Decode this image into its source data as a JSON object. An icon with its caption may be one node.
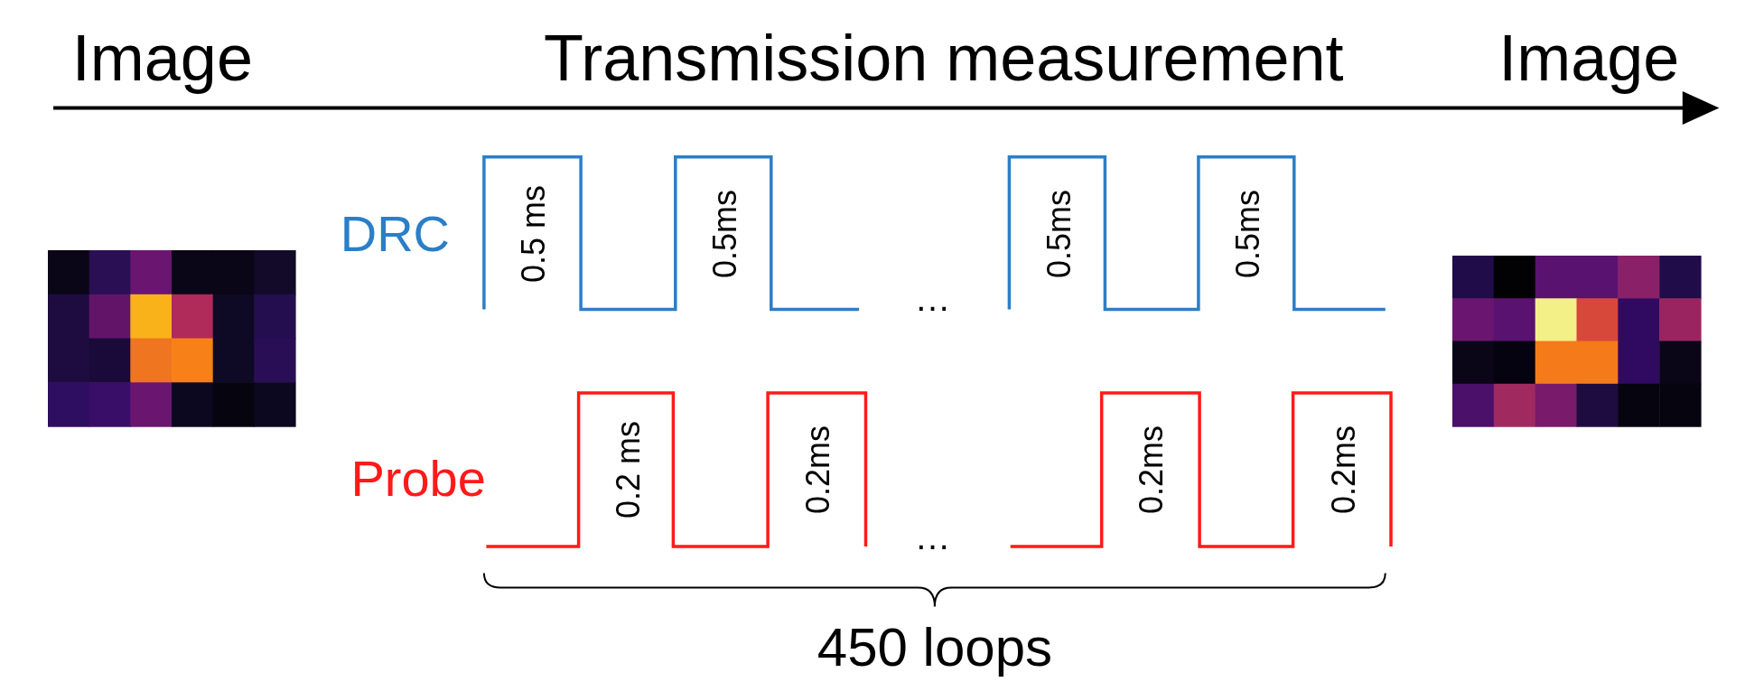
{
  "diagram": {
    "labels": [
      "Image",
      "Transmission measurement",
      "Image",
      "DRC",
      "0.5 ms",
      "0.5ms",
      "…",
      "0.5ms",
      "0.5ms",
      "Probe",
      "0.2 ms",
      "0.2ms",
      "…",
      "0.2ms",
      "0.2ms",
      "450 loops"
    ]
  }
}
